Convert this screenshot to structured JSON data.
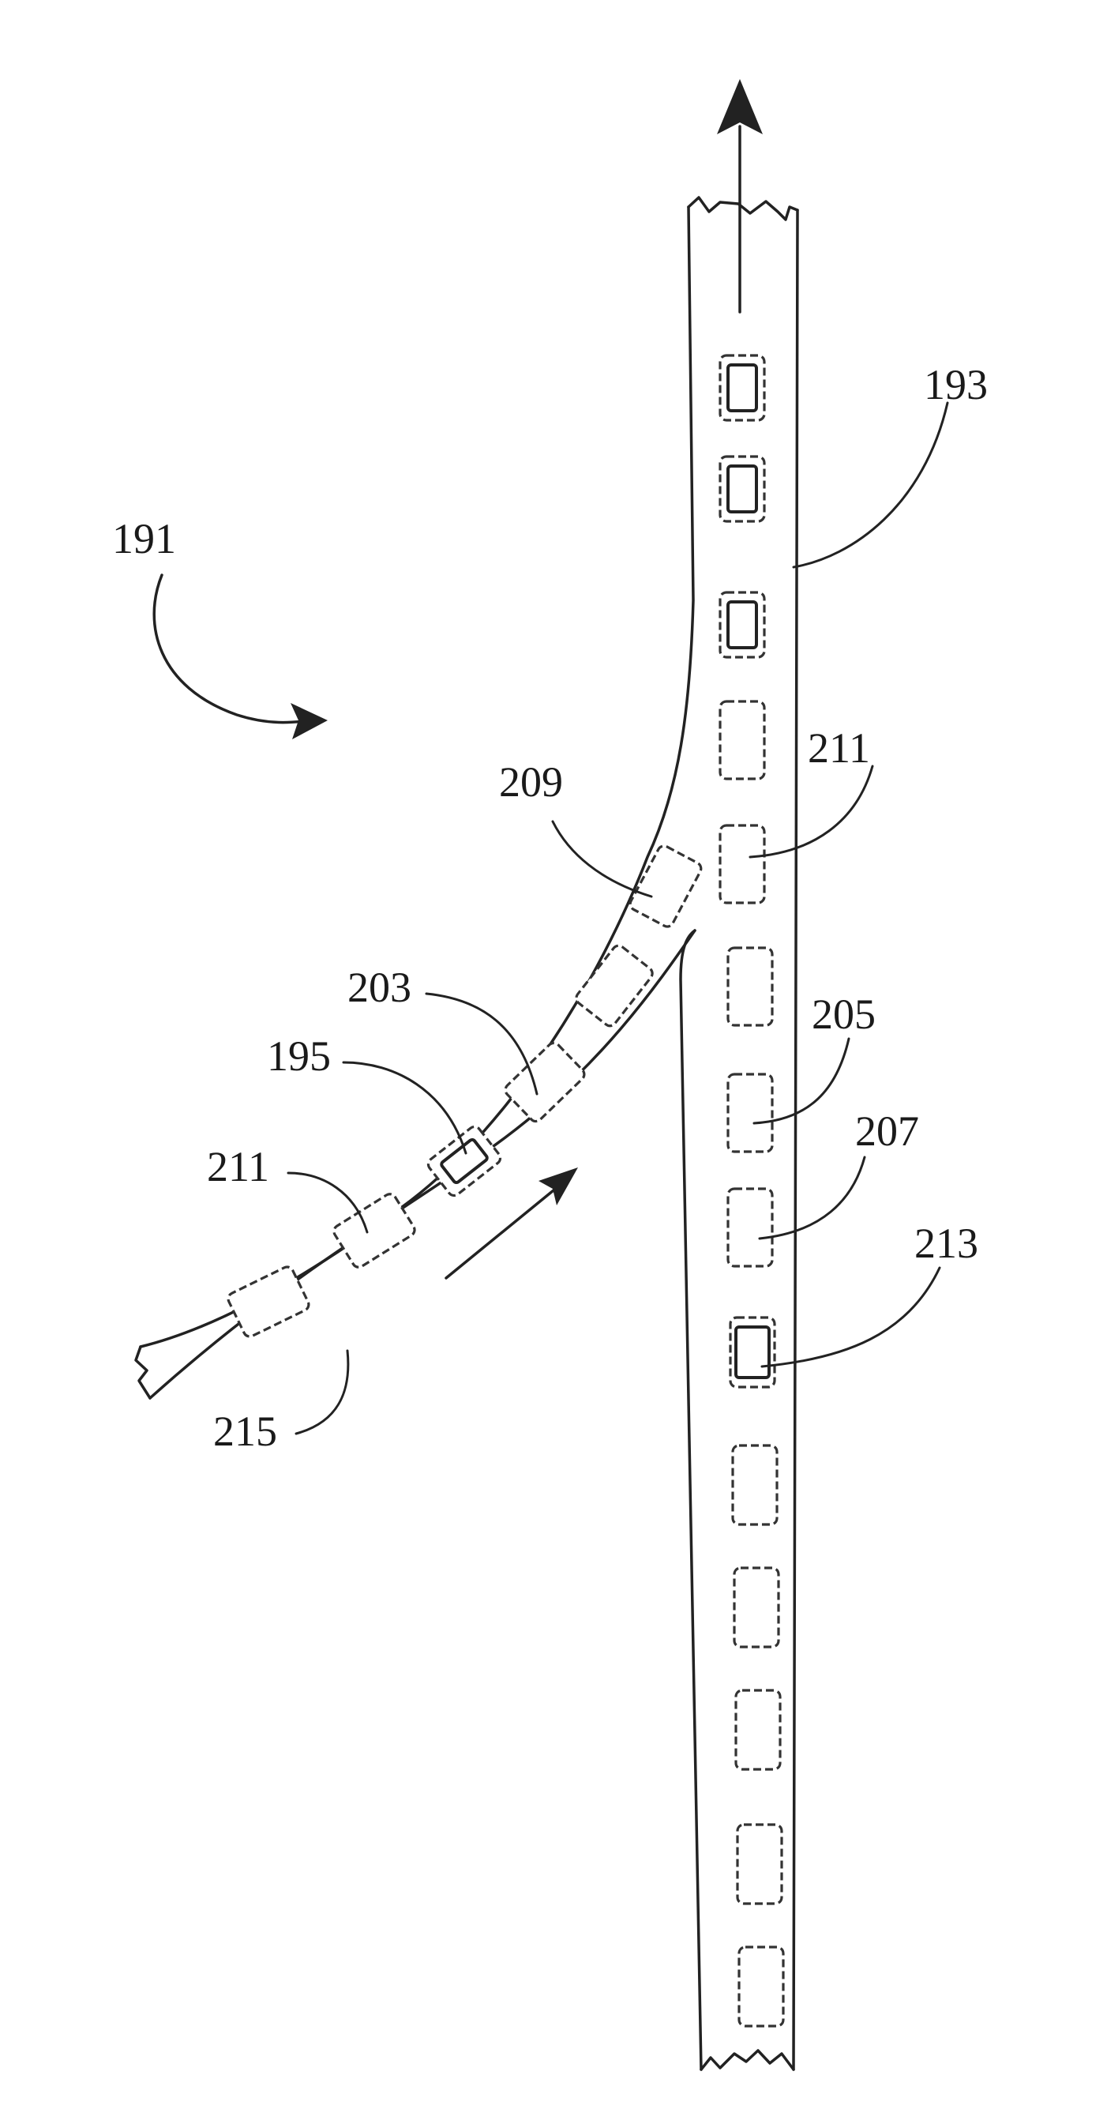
{
  "figure": {
    "labels": {
      "assembly": "191",
      "main_tape": "193",
      "component": "195",
      "pocket_a": "203",
      "pocket_b": "205",
      "pocket_c": "207",
      "pocket_d": "209",
      "empty_pocket_upper": "211",
      "empty_pocket_lower": "211",
      "component_in_pocket": "213",
      "branch_tape": "215"
    }
  }
}
